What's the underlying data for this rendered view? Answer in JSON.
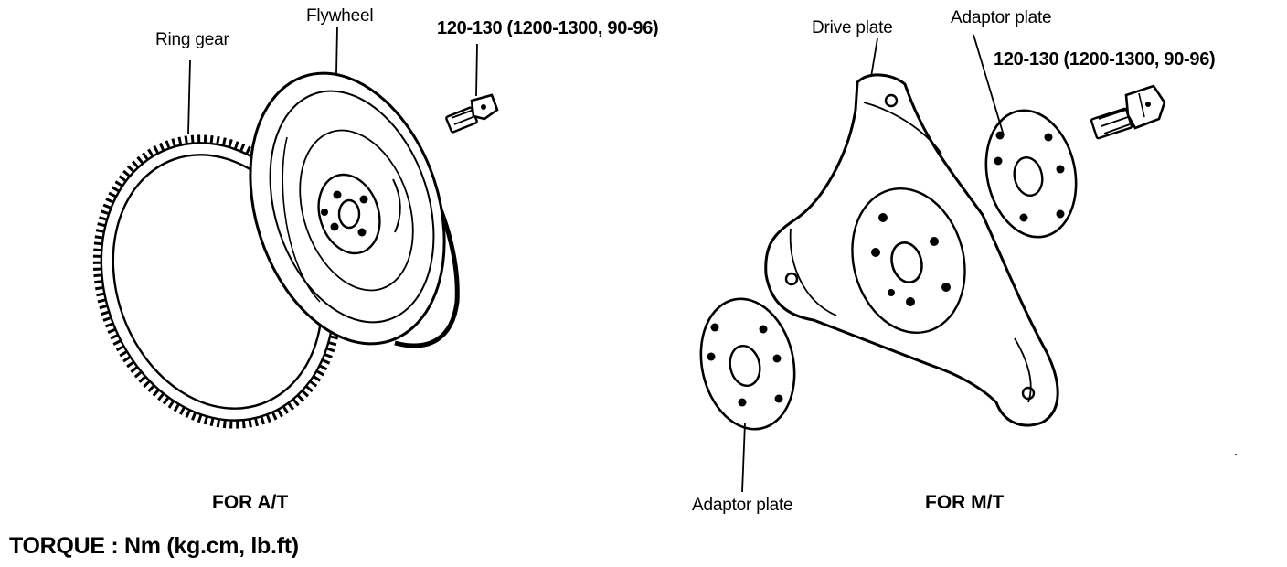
{
  "labels": {
    "ring_gear": "Ring gear",
    "flywheel": "Flywheel",
    "drive_plate": "Drive plate",
    "adaptor_plate_top": "Adaptor plate",
    "adaptor_plate_bottom": "Adaptor plate"
  },
  "torque_specs": {
    "at_bolt": "120-130 (1200-1300, 90-96)",
    "mt_bolt": "120-130 (1200-1300, 90-96)"
  },
  "captions": {
    "for_at": "FOR A/T",
    "for_mt": "FOR M/T",
    "torque_legend": "TORQUE : Nm (kg.cm, lb.ft)"
  },
  "icons": [
    "ring-gear-icon",
    "flywheel-icon",
    "bolt-icon",
    "drive-plate-icon",
    "adaptor-plate-icon"
  ]
}
